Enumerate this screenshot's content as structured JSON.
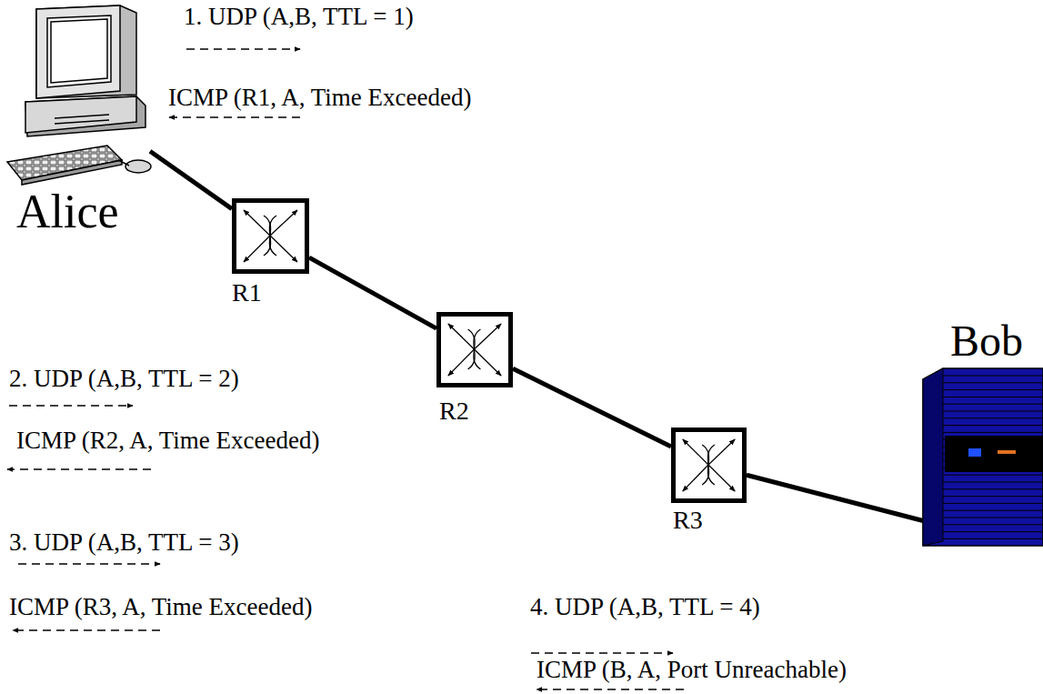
{
  "diagram": {
    "nodes": [
      {
        "text": [
          "Alice"
        ]
      },
      {
        "text": [
          "R1"
        ]
      },
      {
        "text": [
          "R2"
        ]
      },
      {
        "text": [
          "R3"
        ]
      },
      {
        "text": [
          "Bob"
        ]
      }
    ],
    "edges": [
      {
        "from": 0,
        "to": 1,
        "arrow": "none"
      },
      {
        "from": 1,
        "to": 2,
        "arrow": "none"
      },
      {
        "from": 2,
        "to": 3,
        "arrow": "none"
      },
      {
        "from": 3,
        "to": 4,
        "arrow": "none"
      }
    ],
    "labels": [
      "1. UDP (A,B, TTL = 1)",
      "ICMP (R1, A, Time Exceeded)",
      "2. UDP (A,B, TTL = 2)",
      "ICMP (R2, A, Time Exceeded)",
      "3. UDP (A,B, TTL = 3)",
      "ICMP (R3, A, Time Exceeded)",
      "4. UDP (A,B, TTL = 4)",
      "ICMP (B, A, Port Unreachable)"
    ]
  }
}
